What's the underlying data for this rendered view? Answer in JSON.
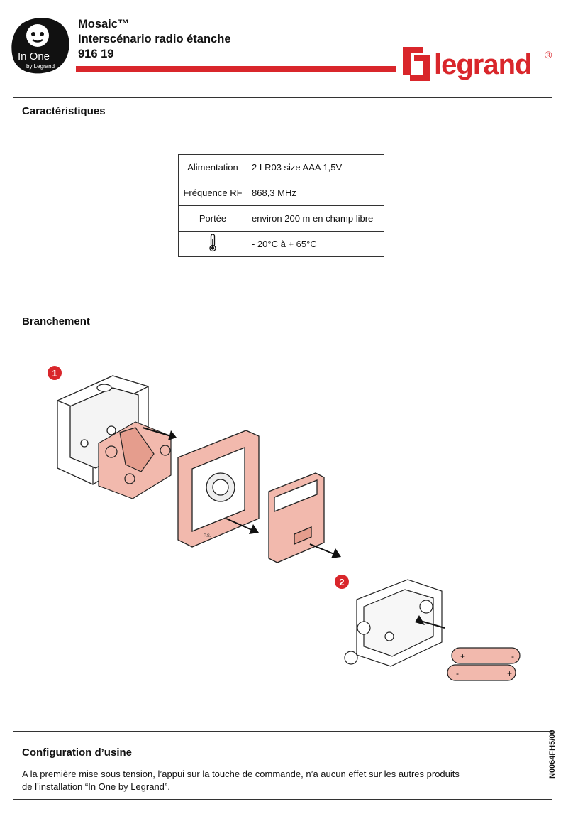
{
  "logo": {
    "line1": "In One",
    "line2": "by Legrand"
  },
  "header": {
    "brand_line": "Mosaic™",
    "product_name": "Interscénario radio étanche",
    "reference": "916 19"
  },
  "legrand": {
    "wordmark": "legrand",
    "registered": "®"
  },
  "colors": {
    "accent_red": "#d9262b",
    "part_pink": "#f2b9ad",
    "part_pink_dark": "#e59d8d"
  },
  "characteristics": {
    "title": "Caractéristiques",
    "rows": [
      {
        "label": "Alimentation",
        "value": "2 LR03 size AAA 1,5V"
      },
      {
        "label": "Fréquence RF",
        "value": "868,3 MHz"
      },
      {
        "label": "Portée",
        "value": "environ 200 m en champ libre"
      },
      {
        "label": "",
        "icon": "thermometer-icon",
        "value": "- 20°C à + 65°C"
      }
    ]
  },
  "branchement": {
    "title": "Branchement",
    "steps": [
      "1",
      "2"
    ],
    "batteries": {
      "plus": "+",
      "minus": "-"
    },
    "frame_marking": "P.S."
  },
  "config": {
    "title": "Configuration d’usine",
    "line1": "A la première mise sous tension, l’appui sur la touche de commande, n’a aucun effet sur les autres produits",
    "line2": "de l’installation “In One by Legrand”."
  },
  "doc_ref": "N0064FH5/00"
}
